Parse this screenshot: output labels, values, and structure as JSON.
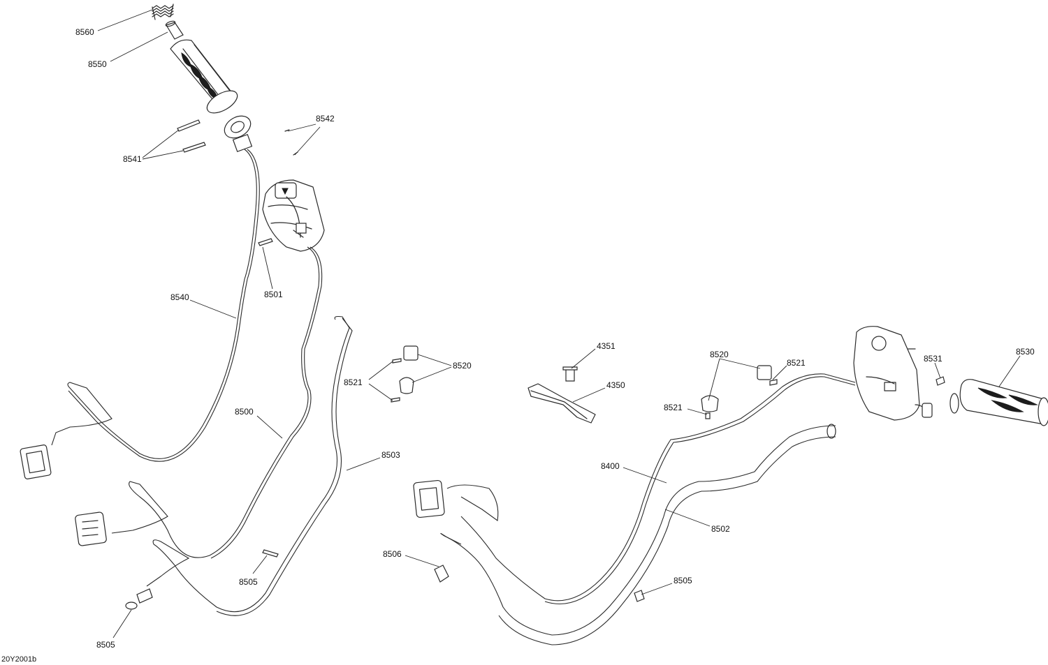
{
  "drawing_id": "20Y2001b",
  "callouts": {
    "c8560": "8560",
    "c8550": "8550",
    "c8542": "8542",
    "c8541": "8541",
    "c8501": "8501",
    "c8540": "8540",
    "c8500": "8500",
    "c8503": "8503",
    "c8505a": "8505",
    "c8505b": "8505",
    "c8505c": "8505",
    "c8520a": "8520",
    "c8521a": "8521",
    "c4351": "4351",
    "c4350": "4350",
    "c8520b": "8520",
    "c8521b": "8521",
    "c8521c": "8521",
    "c8531": "8531",
    "c8530": "8530",
    "c8400": "8400",
    "c8502": "8502",
    "c8506": "8506"
  }
}
